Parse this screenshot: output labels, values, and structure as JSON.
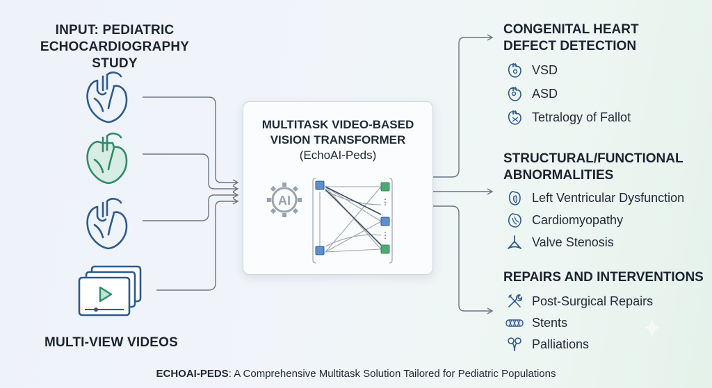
{
  "input": {
    "title_line1": "INPUT: PEDIATRIC",
    "title_line2": "ECHOCARDIOGRAPHY STUDY",
    "videos_label": "MULTI-VIEW VIDEOS"
  },
  "model": {
    "title_line1": "MULTITASK VIDEO-BASED",
    "title_line2": "VISION TRANSFORMER",
    "name": "(EchoAI-Peds)",
    "gear_text": "AI",
    "ellipsis": "⋮"
  },
  "outputs": [
    {
      "heading_line1": "CONGENITAL HEART",
      "heading_line2": "DEFECT DETECTION",
      "items": [
        {
          "label": "VSD",
          "icon": "heart-icon"
        },
        {
          "label": "ASD",
          "icon": "heart-icon"
        },
        {
          "label": "Tetralogy of Fallot",
          "icon": "heart-icon"
        }
      ]
    },
    {
      "heading_line1": "STRUCTURAL/FUNCTIONAL",
      "heading_line2": "ABNORMALITIES",
      "items": [
        {
          "label": "Left Ventricular Dysfunction",
          "icon": "ventricle-icon"
        },
        {
          "label": "Cardiomyopathy",
          "icon": "heart-muscle-icon"
        },
        {
          "label": "Valve Stenosis",
          "icon": "valve-icon"
        }
      ]
    },
    {
      "heading_line1": "REPAIRS AND INTERVENTIONS",
      "heading_line2": "",
      "items": [
        {
          "label": "Post-Surgical Repairs",
          "icon": "tools-icon"
        },
        {
          "label": "Stents",
          "icon": "stent-icon"
        },
        {
          "label": "Palliations",
          "icon": "shunt-icon"
        }
      ]
    }
  ],
  "caption": {
    "bold": "ECHOAI-PEDS",
    "rest": ": A Comprehensive Multitask Solution Tailored for Pediatric Populations"
  },
  "colors": {
    "heart_blue": "#2d5a8c",
    "heart_green": "#2f8a6a",
    "node_blue": "#5b8fd0",
    "node_green": "#4faa6e",
    "wire": "#6b7684",
    "gear": "#9aa3ad"
  }
}
